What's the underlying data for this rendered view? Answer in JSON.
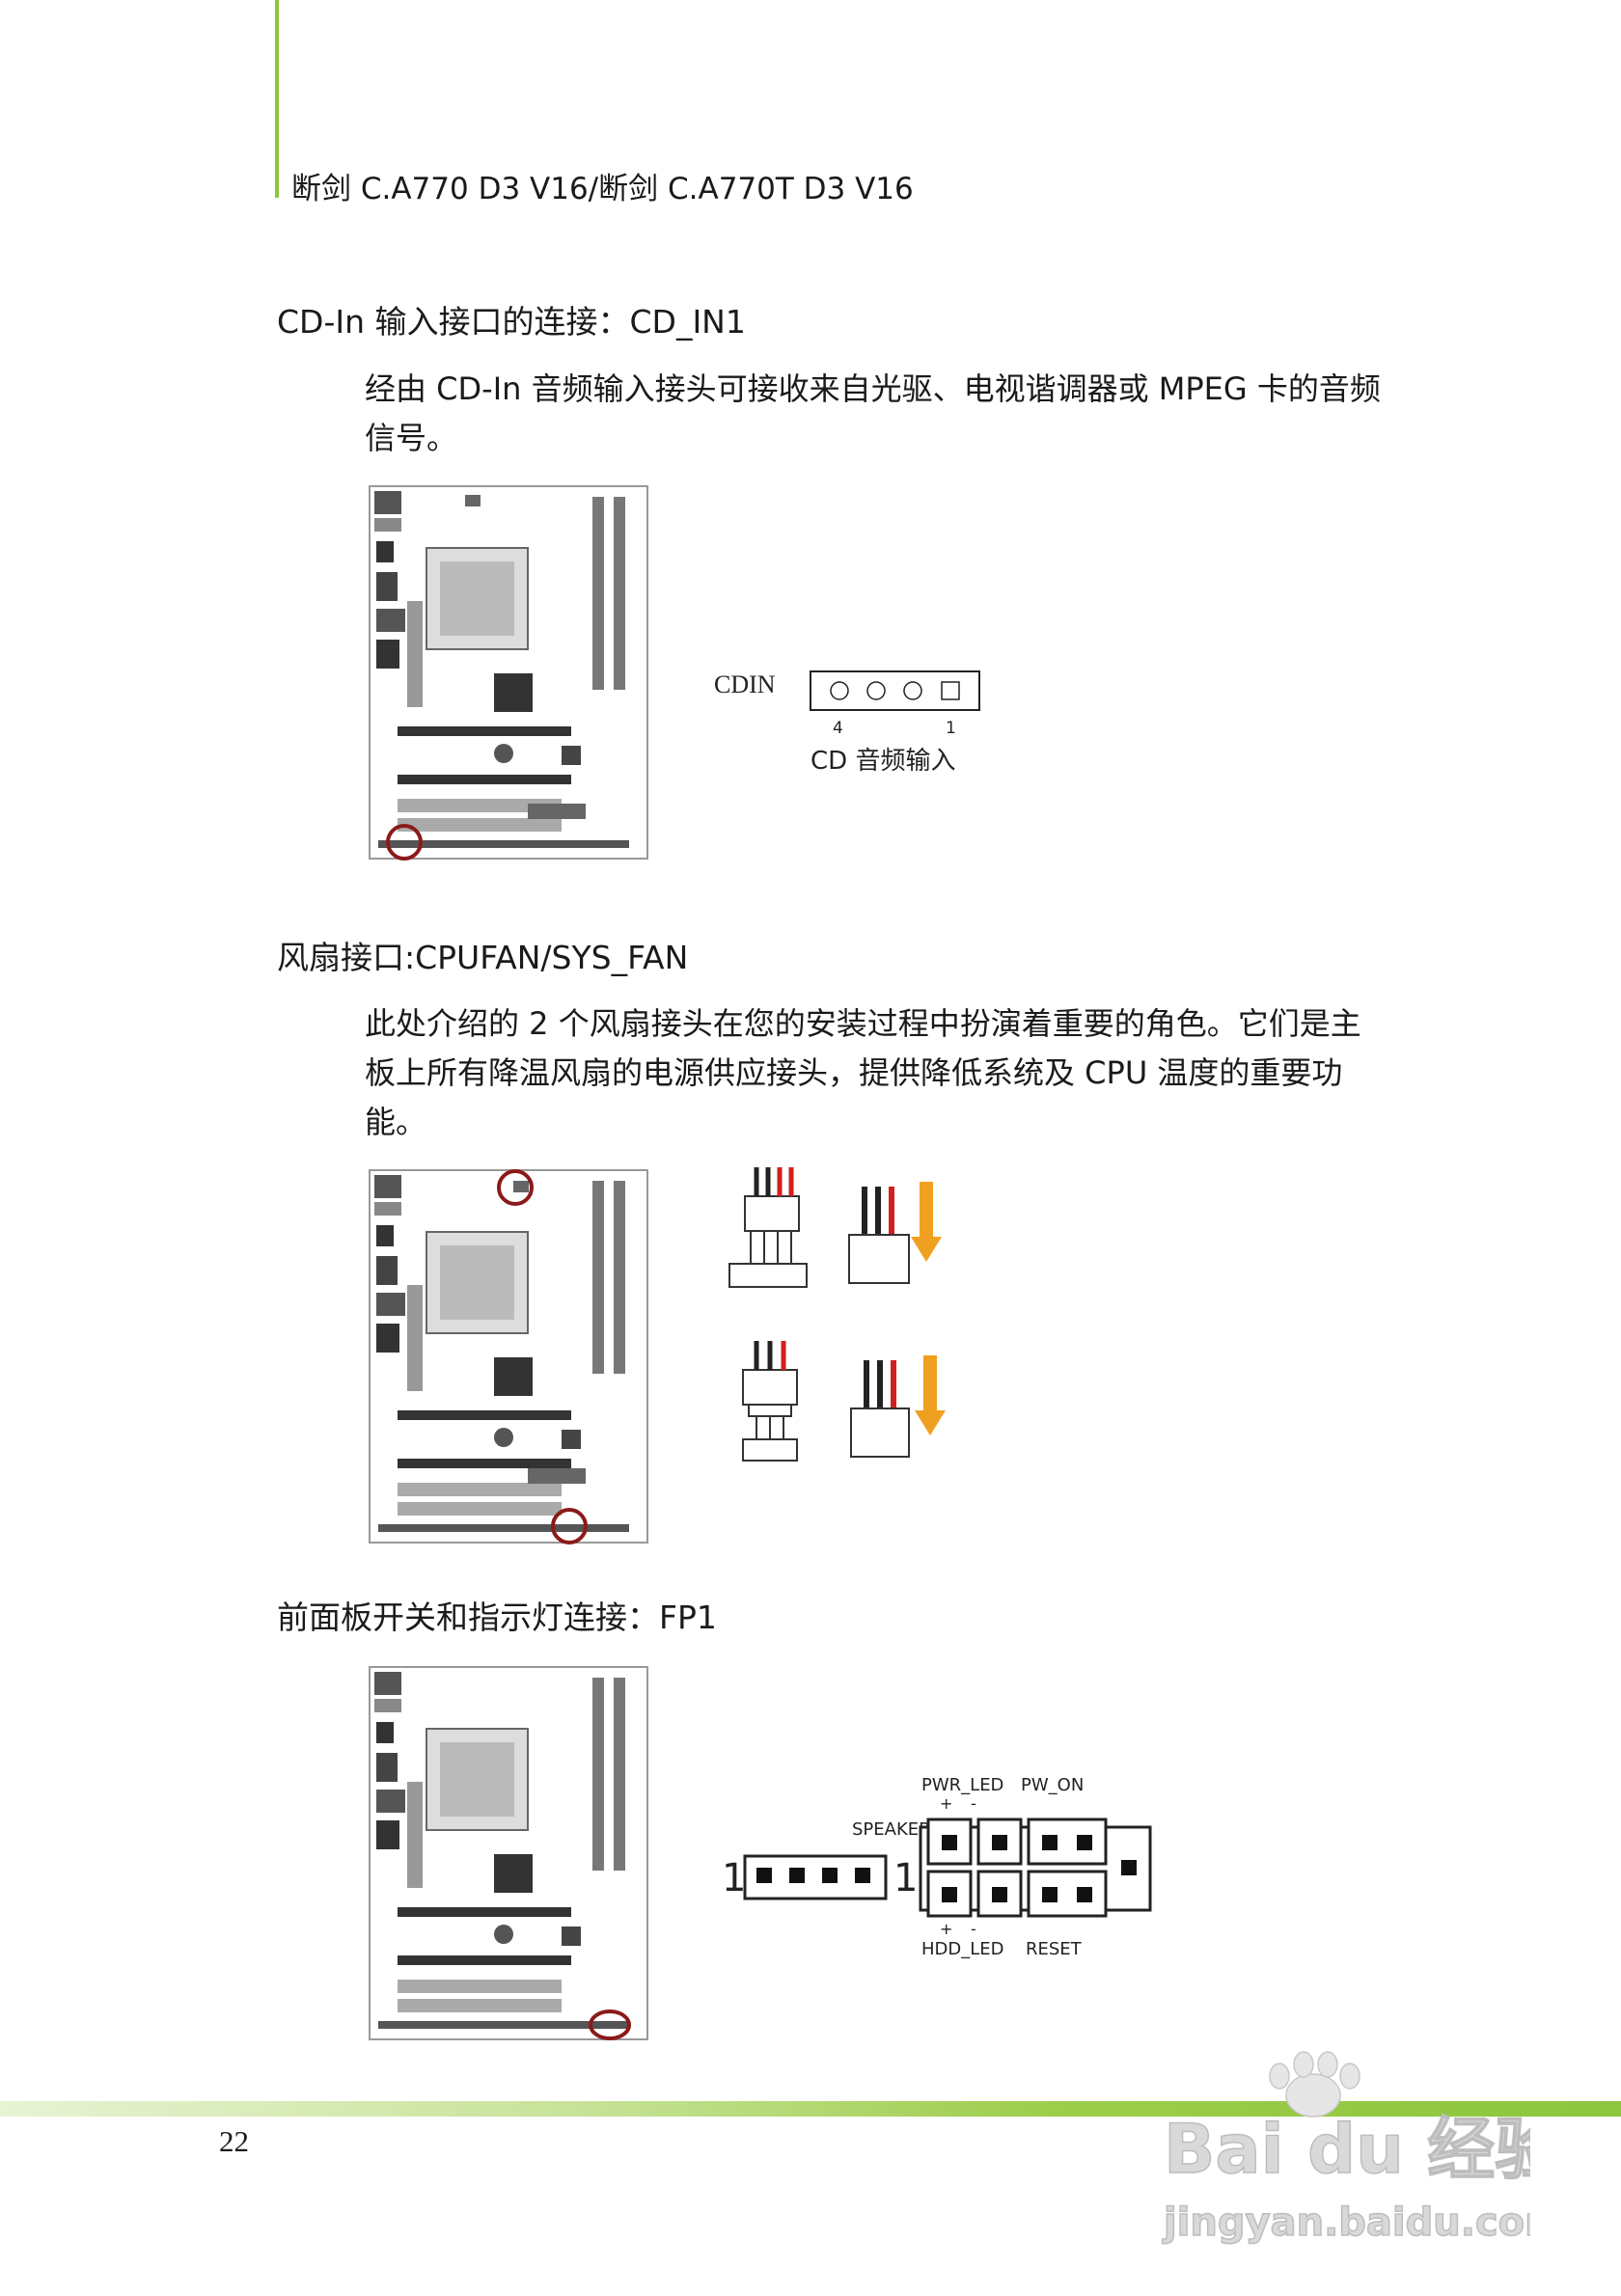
{
  "header": {
    "title": "断剑 C.A770 D3 V16/断剑 C.A770T D3 V16"
  },
  "sections": {
    "cdin": {
      "heading": "CD-In 输入接口的连接：CD_IN1",
      "body_line1": "经由  CD-In 音频输入接头可接收来自光驱、电视谐调器或 MPEG 卡的音频",
      "body_line2": "信号。",
      "diagram": {
        "label": "CDIN",
        "pin_left": "4",
        "pin_right": "1",
        "caption": "CD  音频输入"
      }
    },
    "fan": {
      "heading": "风扇接口:CPUFAN/SYS_FAN",
      "body_line1": "此处介绍的 2 个风扇接头在您的安装过程中扮演着重要的角色。它们是主",
      "body_line2": "板上所有降温风扇的电源供应接头，提供降低系统及  CPU  温度的重要功",
      "body_line3": "能。"
    },
    "fp1": {
      "heading": "前面板开关和指示灯连接：FP1",
      "diagram": {
        "speaker": "SPEAKER",
        "pwr_led": "PWR_LED",
        "pw_on": "PW_ON",
        "hdd_led": "HDD_LED",
        "reset": "RESET",
        "pin1_a": "1",
        "pin1_b": "1",
        "plus": "+",
        "minus": "-"
      }
    }
  },
  "footer": {
    "page_number": "22"
  },
  "watermark": {
    "brand": "Bai du 经验",
    "url": "jingyan.baidu.com"
  },
  "colors": {
    "accent_green": "#8cc63f",
    "highlight_circle": "#8b1a1a",
    "fan_arrow": "#f0a020",
    "wire_red": "#d21f1f"
  }
}
